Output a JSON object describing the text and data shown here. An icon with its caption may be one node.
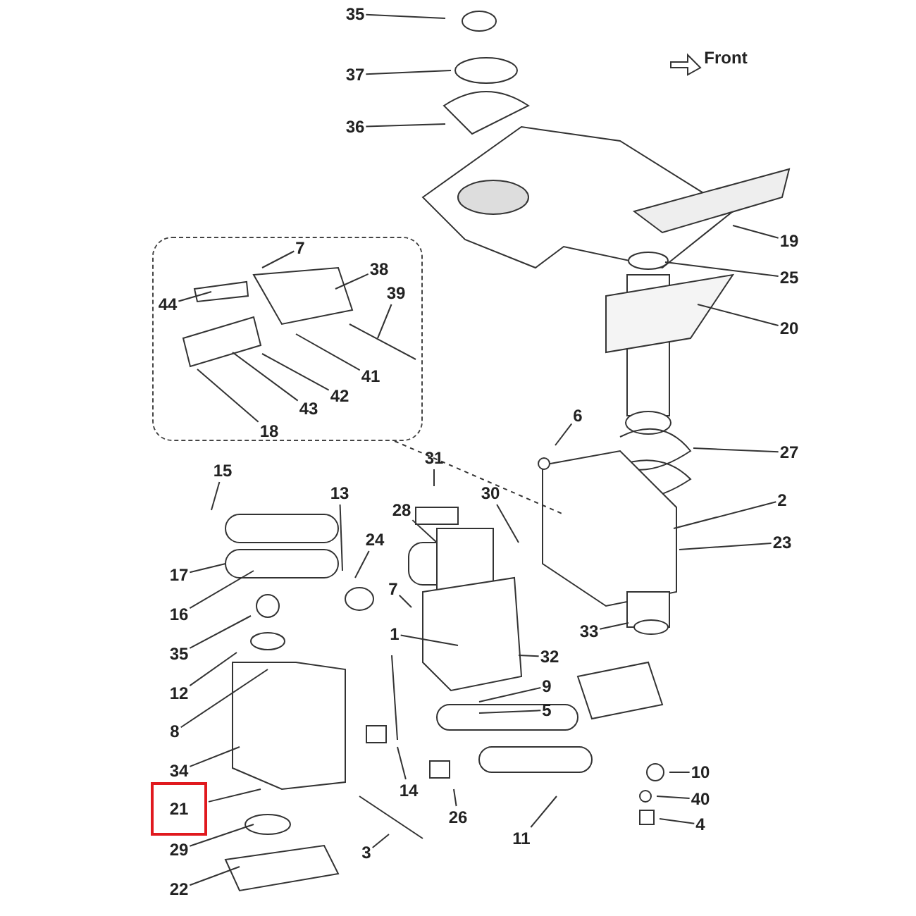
{
  "diagram": {
    "nodes": [
      {
        "text": [
          "35"
        ]
      },
      {
        "text": [
          "37"
        ]
      },
      {
        "text": [
          "36"
        ]
      },
      {
        "text": [
          "19"
        ]
      },
      {
        "text": [
          "25"
        ]
      },
      {
        "text": [
          "20"
        ]
      },
      {
        "text": [],
        "shape": "box"
      },
      {
        "text": [
          "7"
        ],
        "in": 6
      },
      {
        "text": [
          "38"
        ],
        "in": 6
      },
      {
        "text": [
          "39"
        ],
        "in": 6
      },
      {
        "text": [
          "44"
        ],
        "in": 6
      },
      {
        "text": [
          "41"
        ],
        "in": 6
      },
      {
        "text": [
          "42"
        ],
        "in": 6
      },
      {
        "text": [
          "43"
        ],
        "in": 6
      },
      {
        "text": [
          "18"
        ],
        "in": 6
      },
      {
        "text": [
          "6"
        ]
      },
      {
        "text": [
          "27"
        ]
      },
      {
        "text": [
          "31"
        ]
      },
      {
        "text": [
          "30"
        ]
      },
      {
        "text": [
          "15"
        ]
      },
      {
        "text": [
          "13"
        ]
      },
      {
        "text": [
          "2"
        ]
      },
      {
        "text": [
          "28"
        ]
      },
      {
        "text": [
          "24"
        ]
      },
      {
        "text": [
          "23"
        ]
      },
      {
        "text": [
          "17"
        ]
      },
      {
        "text": [
          "7"
        ]
      },
      {
        "text": [
          "16"
        ]
      },
      {
        "text": [
          "1"
        ]
      },
      {
        "text": [
          "33"
        ]
      },
      {
        "text": [
          "35"
        ]
      },
      {
        "text": [
          "32"
        ]
      },
      {
        "text": [
          "12"
        ]
      },
      {
        "text": [
          "9"
        ]
      },
      {
        "text": [
          "5"
        ]
      },
      {
        "text": [
          "8"
        ]
      },
      {
        "text": [
          "34"
        ]
      },
      {
        "text": [
          "10"
        ]
      },
      {
        "text": [
          "14"
        ]
      },
      {
        "text": [
          "21"
        ]
      },
      {
        "text": [
          "40"
        ]
      },
      {
        "text": [
          "26"
        ]
      },
      {
        "text": [
          "4"
        ]
      },
      {
        "text": [
          "11"
        ]
      },
      {
        "text": [
          "29"
        ]
      },
      {
        "text": [
          "3"
        ]
      },
      {
        "text": [
          "22"
        ]
      }
    ],
    "edges": [
      {
        "from": 0,
        "to": null,
        "arrow": "none"
      },
      {
        "from": 1,
        "to": null,
        "arrow": "none"
      },
      {
        "from": 2,
        "to": null,
        "arrow": "none"
      },
      {
        "from": 3,
        "to": null,
        "arrow": "none"
      },
      {
        "from": 4,
        "to": null,
        "arrow": "none"
      },
      {
        "from": 5,
        "to": null,
        "arrow": "none"
      },
      {
        "from": 6,
        "to": null,
        "arrow": "none",
        "style": "dashed"
      },
      {
        "from": 7,
        "to": null,
        "arrow": "none"
      },
      {
        "from": 8,
        "to": null,
        "arrow": "none"
      },
      {
        "from": 9,
        "to": null,
        "arrow": "none"
      },
      {
        "from": 10,
        "to": null,
        "arrow": "none"
      },
      {
        "from": 11,
        "to": null,
        "arrow": "none"
      },
      {
        "from": 12,
        "to": null,
        "arrow": "none"
      },
      {
        "from": 13,
        "to": null,
        "arrow": "none"
      },
      {
        "from": 14,
        "to": null,
        "arrow": "none"
      },
      {
        "from": 15,
        "to": null,
        "arrow": "none"
      },
      {
        "from": 16,
        "to": null,
        "arrow": "none"
      },
      {
        "from": 17,
        "to": null,
        "arrow": "none"
      },
      {
        "from": 18,
        "to": null,
        "arrow": "none"
      },
      {
        "from": 19,
        "to": null,
        "arrow": "none"
      },
      {
        "from": 20,
        "to": null,
        "arrow": "none"
      },
      {
        "from": 21,
        "to": null,
        "arrow": "none"
      },
      {
        "from": 22,
        "to": null,
        "arrow": "none"
      },
      {
        "from": 23,
        "to": null,
        "arrow": "none"
      },
      {
        "from": 24,
        "to": null,
        "arrow": "none"
      },
      {
        "from": 25,
        "to": null,
        "arrow": "none"
      },
      {
        "from": 26,
        "to": null,
        "arrow": "none"
      },
      {
        "from": 27,
        "to": null,
        "arrow": "none"
      },
      {
        "from": 28,
        "to": null,
        "arrow": "none"
      },
      {
        "from": 29,
        "to": null,
        "arrow": "none"
      },
      {
        "from": 30,
        "to": null,
        "arrow": "none"
      },
      {
        "from": 31,
        "to": null,
        "arrow": "none"
      },
      {
        "from": 32,
        "to": null,
        "arrow": "none"
      },
      {
        "from": 33,
        "to": null,
        "arrow": "none"
      },
      {
        "from": 34,
        "to": null,
        "arrow": "none"
      },
      {
        "from": 35,
        "to": null,
        "arrow": "none"
      },
      {
        "from": 36,
        "to": null,
        "arrow": "none"
      },
      {
        "from": 37,
        "to": null,
        "arrow": "none"
      },
      {
        "from": 38,
        "to": null,
        "arrow": "none"
      },
      {
        "from": 39,
        "to": null,
        "arrow": "none"
      },
      {
        "from": 40,
        "to": null,
        "arrow": "none"
      },
      {
        "from": 41,
        "to": null,
        "arrow": "none"
      },
      {
        "from": 42,
        "to": null,
        "arrow": "none"
      },
      {
        "from": 43,
        "to": null,
        "arrow": "none"
      },
      {
        "from": 44,
        "to": null,
        "arrow": "none"
      },
      {
        "from": 45,
        "to": null,
        "arrow": "none"
      },
      {
        "from": 46,
        "to": null,
        "arrow": "none"
      }
    ],
    "labels": [
      "Front"
    ]
  }
}
